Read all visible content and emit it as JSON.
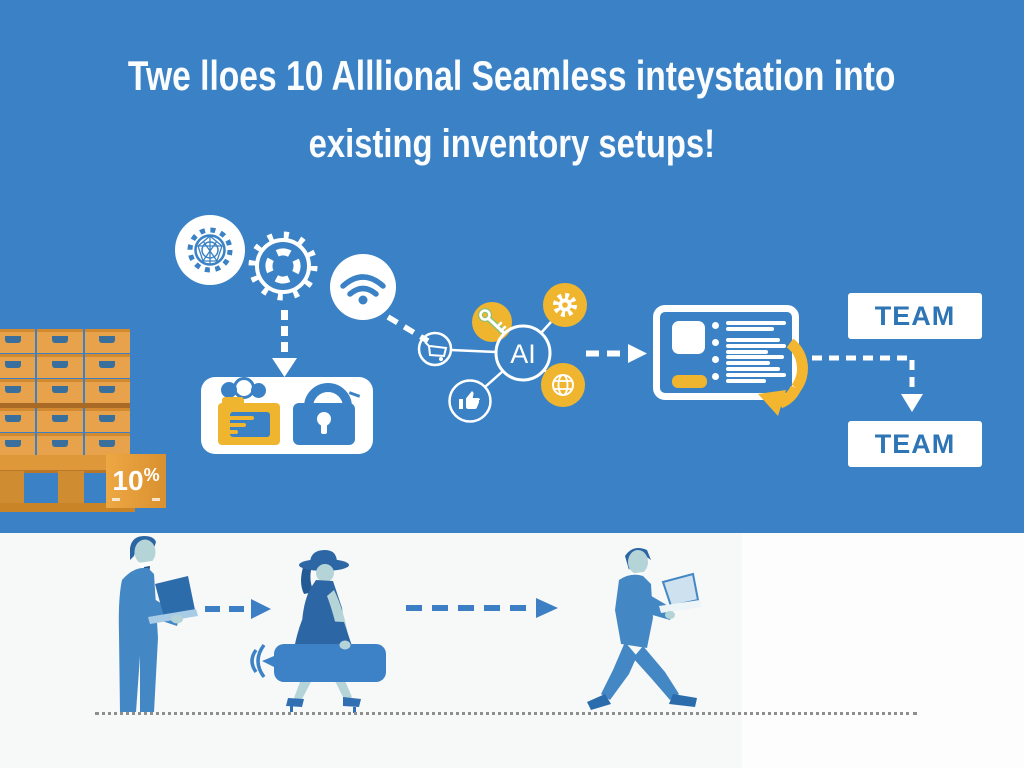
{
  "title": {
    "line1": "Twe lloes 10 Alllional Seamless inteystation into",
    "line2": "existing inventory setups!"
  },
  "ai_hub": {
    "label": "AI",
    "satellites": [
      "key-icon",
      "gear-icon",
      "globe-icon",
      "thumbs-up-icon",
      "shopping-cart-icon"
    ]
  },
  "team_boxes": {
    "top": "TEAM",
    "bottom": "TEAM"
  },
  "discount_badge": {
    "number": "10",
    "percent": "%"
  },
  "icons": {
    "top_row": [
      "mesh-gear-icon",
      "gear-outline-icon",
      "wifi-icon"
    ],
    "security_panel": [
      "folder-documents-icon",
      "padlock-icon"
    ],
    "dashboard": [
      "checklist-panel-icon",
      "refresh-arrow-icon"
    ],
    "bottom": [
      "signal-waves-icon"
    ]
  },
  "figures": [
    "standing-man-with-laptop",
    "walking-woman-with-briefcase",
    "walking-man-with-laptop"
  ],
  "colors": {
    "background_blue": "#3a82c5",
    "accent_yellow": "#f0b52f",
    "box_orange": "#e7a24b",
    "team_text_blue": "#2e75b6",
    "figure_blue": "#4388c5",
    "skin_tone": "#b5d4d8",
    "ground_grey": "#8e8e8e"
  }
}
